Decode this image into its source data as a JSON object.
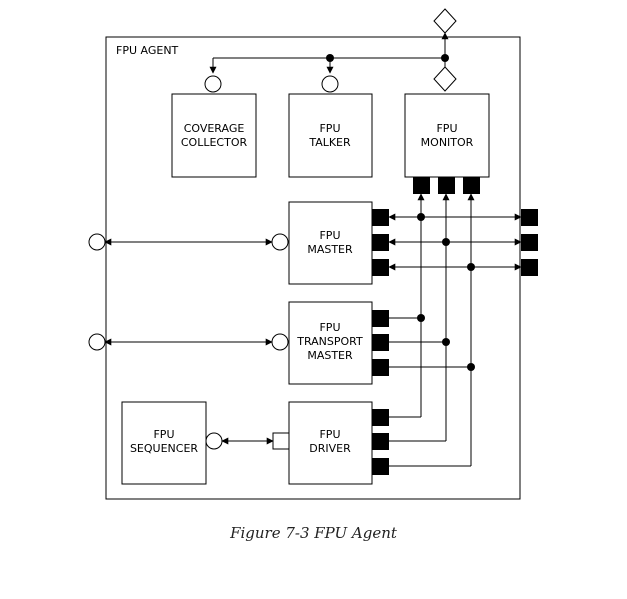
{
  "agent": {
    "title": "FPU AGENT"
  },
  "blocks": {
    "coverage_collector": [
      "COVERAGE",
      "COLLECTOR"
    ],
    "talker": [
      "FPU",
      "TALKER"
    ],
    "monitor": [
      "FPU",
      "MONITOR"
    ],
    "master": [
      "FPU",
      "MASTER"
    ],
    "transport_master": [
      "FPU",
      "TRANSPORT",
      "MASTER"
    ],
    "sequencer": [
      "FPU",
      "SEQUENCER"
    ],
    "driver": [
      "FPU",
      "DRIVER"
    ]
  },
  "caption": "Figure 7-3  FPU Agent"
}
